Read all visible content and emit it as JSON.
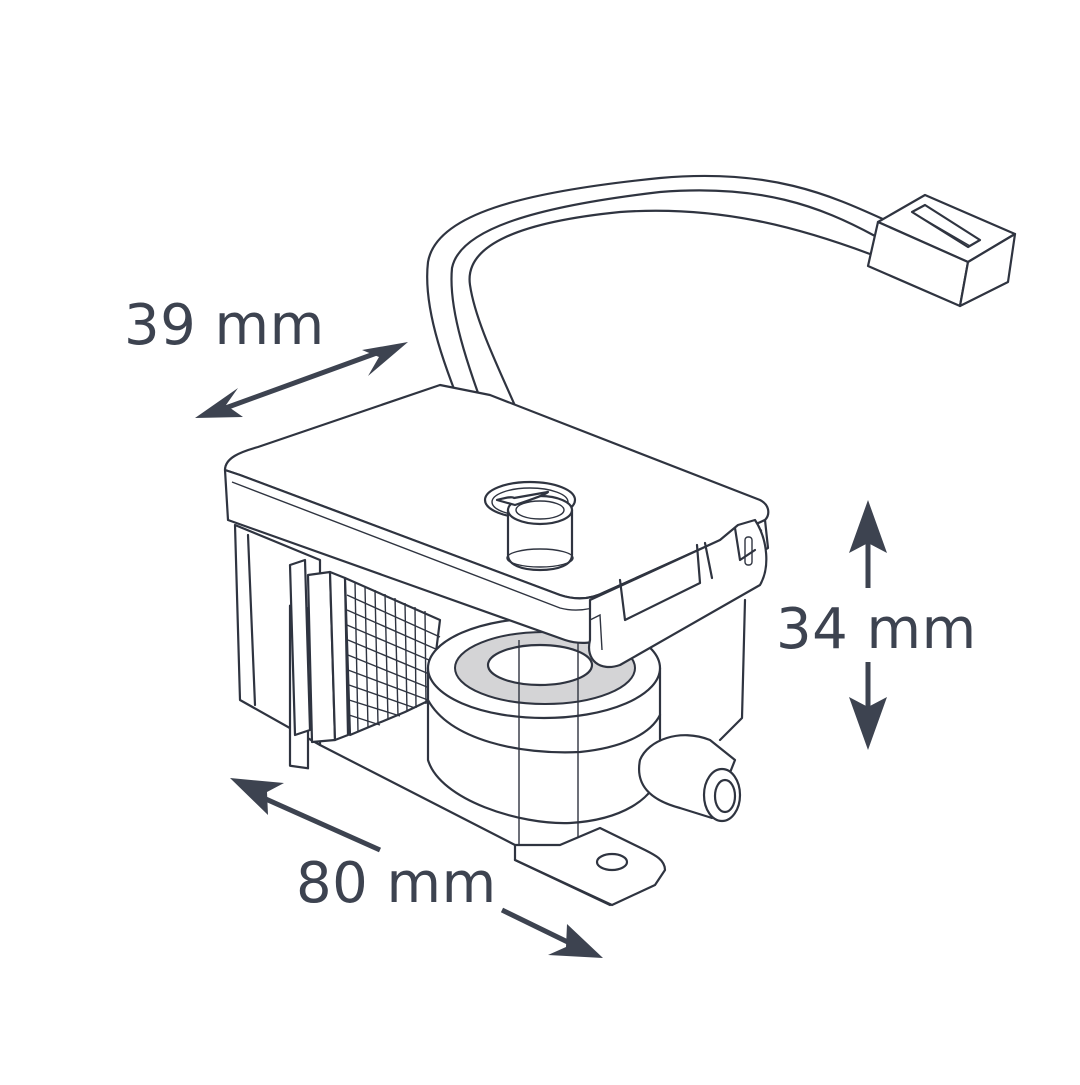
{
  "diagram": {
    "subject": "Condensate pump with cable and connector",
    "line_color": "#2f3440",
    "arrow_color": "#3d4350",
    "background": "#ffffff",
    "dimensions": {
      "depth": {
        "label": "39 mm",
        "value": 39,
        "unit": "mm",
        "orientation": "diagonal-back"
      },
      "height": {
        "label": "34 mm",
        "value": 34,
        "unit": "mm",
        "orientation": "vertical"
      },
      "length": {
        "label": "80 mm",
        "value": 80,
        "unit": "mm",
        "orientation": "diagonal-front"
      }
    },
    "components": [
      "pump-housing",
      "lid",
      "inlet-filter-mesh",
      "outlet-spigot",
      "cable",
      "connector-plug",
      "mounting-tab",
      "cable-gland",
      "discharge-port"
    ]
  }
}
